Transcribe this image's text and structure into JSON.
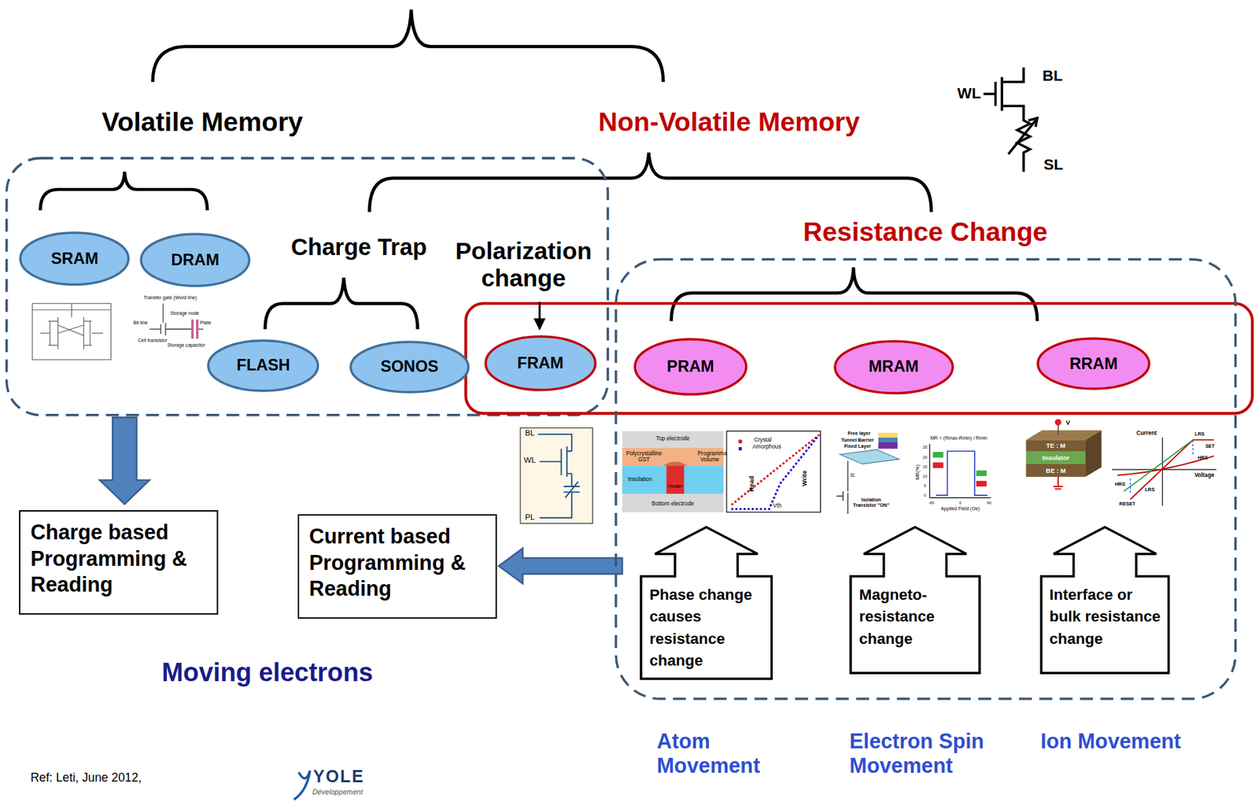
{
  "diagram": {
    "nodes": [
      {
        "text": [
          "SRAM"
        ]
      },
      {
        "text": [
          "DRAM"
        ]
      },
      {
        "text": [
          "FLASH"
        ]
      },
      {
        "text": [
          "SONOS"
        ]
      },
      {
        "text": [
          "FRAM"
        ]
      },
      {
        "text": [
          "Resistance Change"
        ]
      },
      {
        "text": [
          "PRAM"
        ],
        "in": 5
      },
      {
        "text": [
          "MRAM"
        ],
        "in": 5
      },
      {
        "text": [
          "RRAM"
        ],
        "in": 5
      },
      {
        "text": [
          "Phase change causes resistance change"
        ],
        "in": 5
      },
      {
        "text": [
          "Magneto-resistance change"
        ],
        "in": 5
      },
      {
        "text": [
          "Interface or bulk resistance change"
        ],
        "in": 5
      },
      {
        "text": [
          "Charge based Programming & Reading"
        ]
      },
      {
        "text": [
          "Current based Programming & Reading"
        ]
      }
    ],
    "edges": [
      {
        "from": 5,
        "to": 13,
        "arrow": "to"
      }
    ],
    "labels": [
      "Volatile Memory",
      "Non-Volatile Memory",
      "Charge Trap",
      "Polarization change",
      "Moving electrons",
      "Atom Movement",
      "Electron Spin Movement",
      "Ion Movement",
      "Ref: Leti, June 2012,",
      "YOLE",
      "Développement",
      "WL",
      "BL",
      "SL",
      "BL",
      "WL",
      "PL",
      "Transfer gate (Word line)",
      "Storage node",
      "Bit line",
      "Plate",
      "Cell transistor",
      "Storage capacitor",
      "Top electrode",
      "Polycrystalline GST",
      "Programma Volume",
      "Insulation",
      "Heater",
      "Bottom electrode",
      "Crystal",
      "Amorphous",
      "Read",
      "Write",
      "Vth",
      "Free layer",
      "Tunnel Barrier",
      "Fixed Layer",
      "Ic",
      "Isolation Transistor \"ON\"",
      "MR = (Rmax-Rmin) / Rmin",
      "MR(%)",
      "25",
      "20",
      "15",
      "10",
      "5",
      "0",
      "-60",
      "0",
      "60",
      "Applied Field (Oe)",
      "V",
      "TE : M",
      "Insulator",
      "BE : M",
      "Current",
      "Voltage",
      "LRS",
      "SET",
      "HRS",
      "HRS",
      "LRS",
      "RESET"
    ]
  }
}
